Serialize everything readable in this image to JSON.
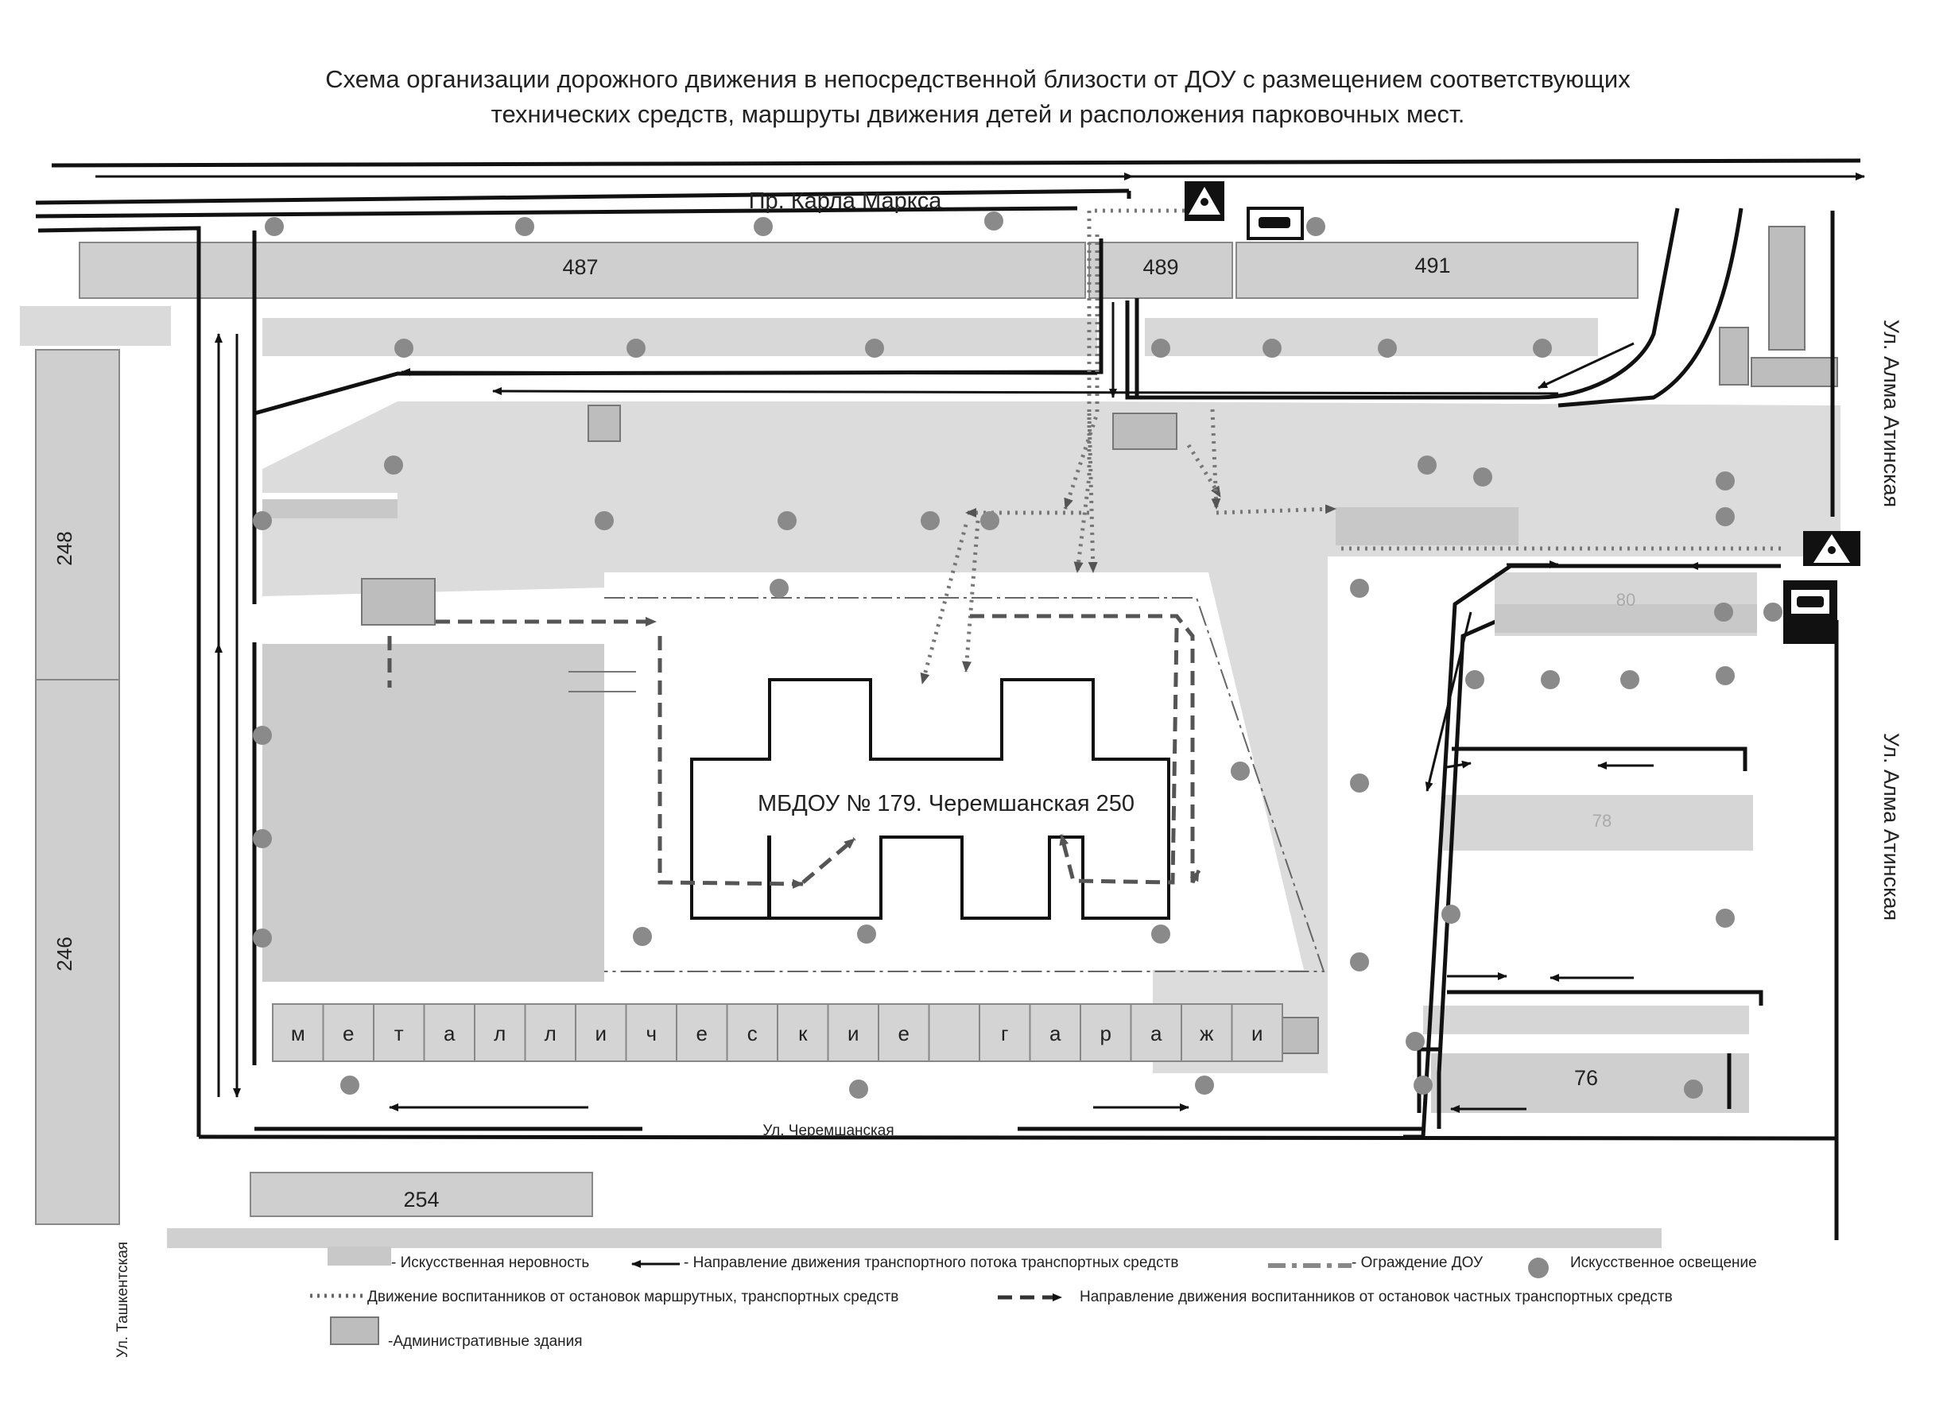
{
  "title": {
    "line1": "Схема организации дорожного движения в непосредственной близости от ДОУ с размещением соответствующих",
    "line2": "технических средств, маршруты движения детей и расположения парковочных мест."
  },
  "streets": {
    "karl_marx": "Пр. Карла Маркса",
    "alma_atinskaya_top": "Ул. Алма Атинская",
    "alma_atinskaya_bottom": "Ул. Алма Атинская",
    "cheremshanskaya": "Ул. Черемшанская",
    "tashkentskaya": "Ул. Ташкентская"
  },
  "buildings": {
    "b487": "487",
    "b489": "489",
    "b491": "491",
    "b248": "248",
    "b246": "246",
    "b254": "254",
    "b80": "80",
    "b78": "78",
    "b76": "76",
    "school": "МБДОУ № 179. Черемшанская 250"
  },
  "garages": [
    "м",
    "е",
    "т",
    "а",
    "л",
    "л",
    "и",
    "ч",
    "е",
    "с",
    "к",
    "и",
    "е",
    "",
    "г",
    "а",
    "р",
    "а",
    "ж",
    "и"
  ],
  "legend": {
    "speed_bump": "- Искусственная неровность",
    "traffic_direction": "- Направление движения транспортного потока транспортных средств",
    "fence": "- Ограждение ДОУ",
    "lighting": "Искусственное  освещение",
    "children_public": "Движение воспитанников  от остановок маршрутных, транспортных средств",
    "children_private": "Направление движения воспитанников от остановок частных транспортных средств",
    "admin": "-Административные здания"
  },
  "icons": {
    "crosswalk": "pedestrian-crossing-icon",
    "bus_stop": "bus-stop-icon",
    "lamp": "street-lamp-icon"
  },
  "colors": {
    "building_fill": "#cfcfcf",
    "road_line": "#111111",
    "lamp": "#8a8a8a"
  }
}
